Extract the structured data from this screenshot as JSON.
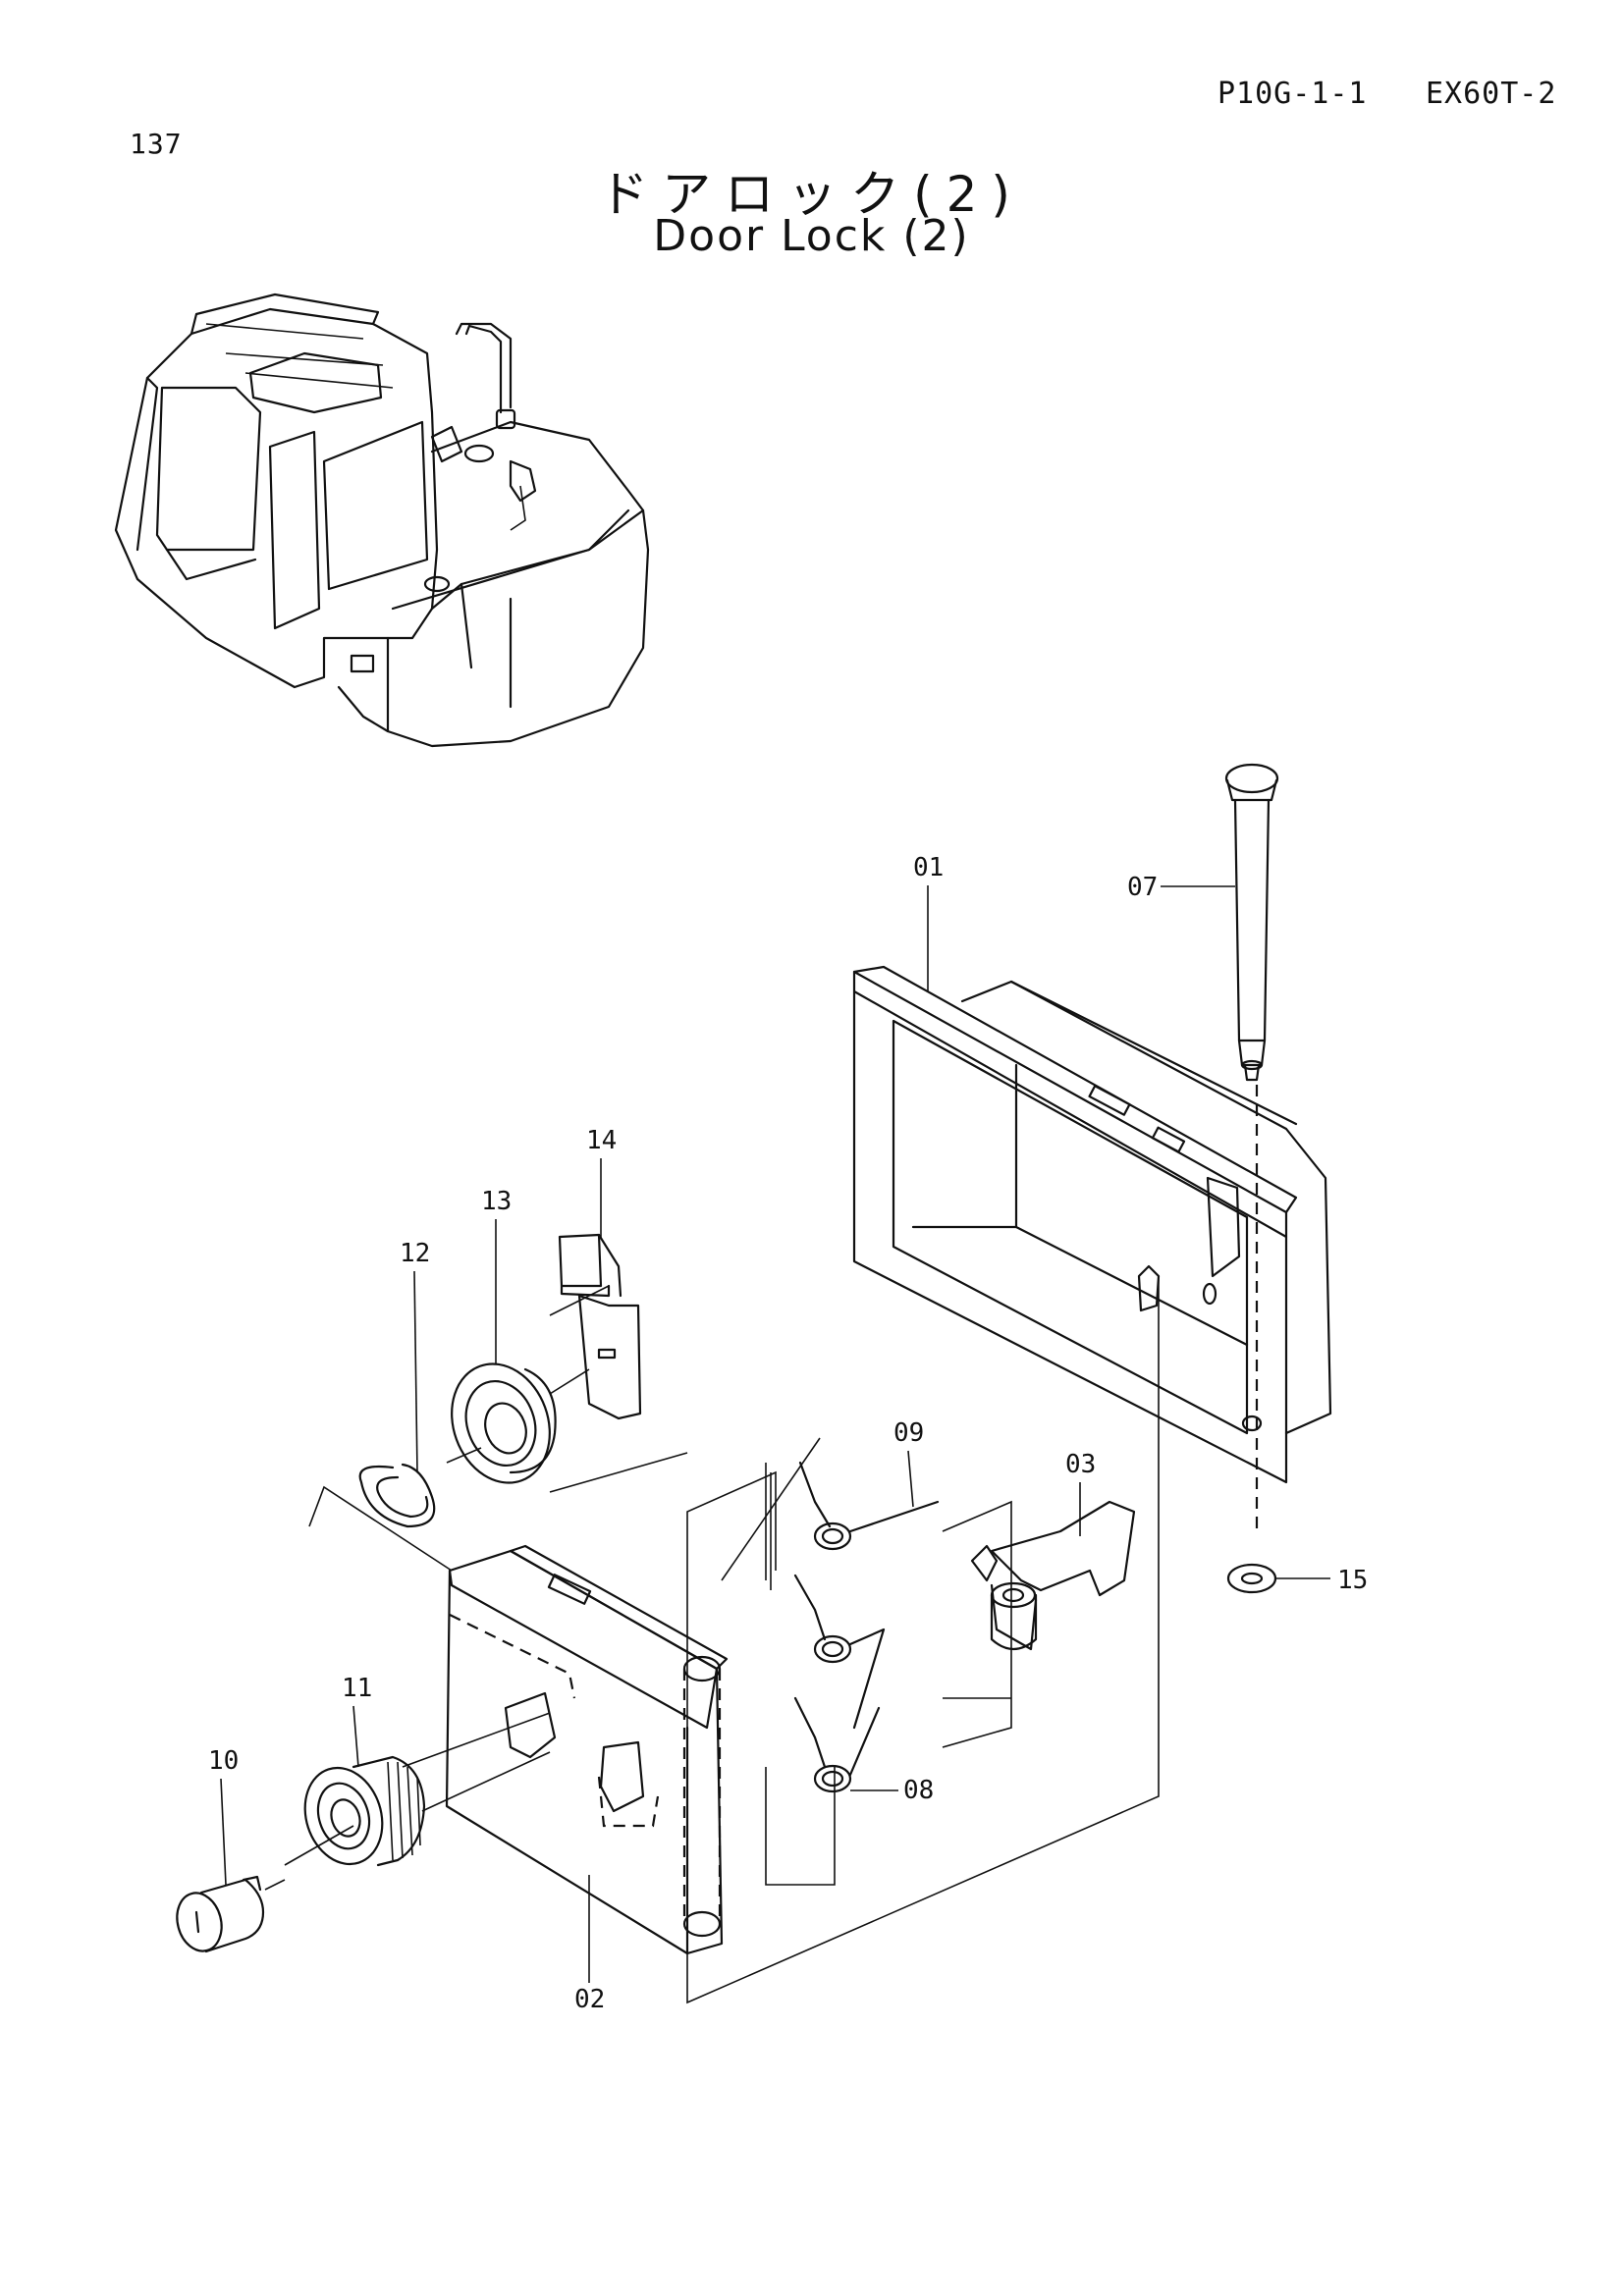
{
  "header": {
    "page_number": "137",
    "ref_code": "P10G-1-1",
    "model": "EX60T-2"
  },
  "title": {
    "japanese": "ドアロック(2)",
    "english": "Door Lock (2)"
  },
  "illustrations": {
    "overview_machine": "excavator-overview",
    "exploded_view": "door-lock-assembly"
  },
  "parts": [
    {
      "id": "01"
    },
    {
      "id": "02"
    },
    {
      "id": "03"
    },
    {
      "id": "07"
    },
    {
      "id": "08"
    },
    {
      "id": "09"
    },
    {
      "id": "10"
    },
    {
      "id": "11"
    },
    {
      "id": "12"
    },
    {
      "id": "13"
    },
    {
      "id": "14"
    },
    {
      "id": "15"
    }
  ]
}
